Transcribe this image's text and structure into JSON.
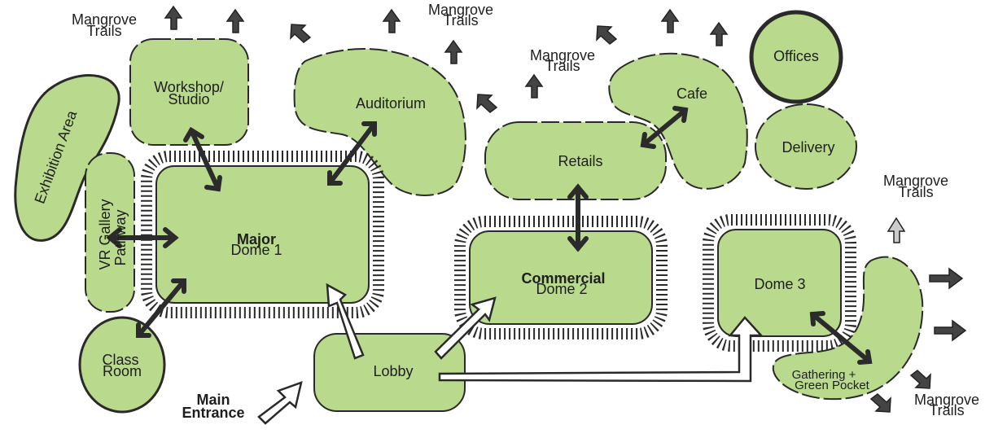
{
  "labels": {
    "exhibition_area": "Exhibition Area",
    "vr_gallery_1": "VR Gallery",
    "vr_gallery_2": "Pathway",
    "workshop_1": "Workshop/",
    "workshop_2": "Studio",
    "class_room_1": "Class",
    "class_room_2": "Room",
    "auditorium": "Auditorium",
    "major_1": "Major",
    "major_2": "Dome 1",
    "lobby": "Lobby",
    "main_entrance_1": "Main",
    "main_entrance_2": "Entrance",
    "retails": "Retails",
    "cafe": "Cafe",
    "offices": "Offices",
    "delivery": "Delivery",
    "commercial_1": "Commercial",
    "commercial_2": "Dome 2",
    "dome3": "Dome 3",
    "gathering_1": "Gathering +",
    "gathering_2": "Green Pocket",
    "trails_a1": "Mangrove",
    "trails_a2": "Trails",
    "trails_b1": "Mangrove",
    "trails_b2": "Trails",
    "trails_c1": "Mangrove",
    "trails_c2": "Trails",
    "trails_d1": "Mangrove",
    "trails_d2": "Trails",
    "trails_e1": "Mangrove",
    "trails_e2": "Trails"
  },
  "colors": {
    "space_fill": "#b9d98c",
    "outline": "#2a2a2a",
    "background": "#ffffff"
  }
}
